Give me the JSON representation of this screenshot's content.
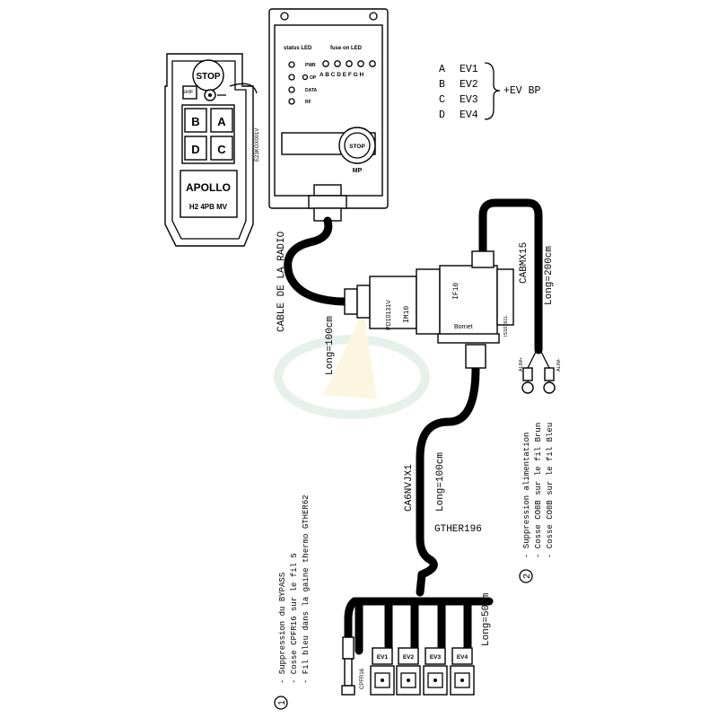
{
  "remote": {
    "stop": "STOP",
    "shift": "SHIF",
    "buttons": [
      "B",
      "A",
      "D",
      "C"
    ],
    "brand": "APOLLO",
    "model": "H2 4PB MV",
    "ref": "E23KOX001V"
  },
  "receiver": {
    "status_led": "status LED",
    "fuse_led": "fuse on LED",
    "pwr": "PWR",
    "fuse_letters": "A B C D E F G H",
    "op": "OP",
    "data": "DATA",
    "rf": "RF",
    "stop": "STOP",
    "mp": "MP"
  },
  "legend": {
    "rows": [
      {
        "letter": "A",
        "valve": "EV1"
      },
      {
        "letter": "B",
        "valve": "EV2"
      },
      {
        "letter": "C",
        "valve": "EV3"
      },
      {
        "letter": "D",
        "valve": "EV4"
      }
    ],
    "group": "+EV BP"
  },
  "cables": {
    "radio_name": "CABLE DE LA RADIO",
    "radio_len": "Long=100cm",
    "power_name": "CABMX15",
    "power_len": "Long=200cm",
    "main_name": "CA6NVJX1",
    "main_len": "Long=100cm",
    "thermo": "GTHER196",
    "valves_len": "Long=50cm"
  },
  "module": {
    "ref": "PD10131V",
    "im": "IM10",
    "if": "IF10",
    "bornet": "Bornet",
    "side": "IS10161L"
  },
  "power_terms": [
    "ALIM+",
    "ALIM-"
  ],
  "valves": [
    "EV1",
    "EV2",
    "EV3",
    "EV4"
  ],
  "cpfr": "CPFR16",
  "note1": {
    "num": "1",
    "lines": [
      "- Suppression du BYPASS",
      "- Cosse CPFR16 sur le fil 5",
      "- Fil bleu dans la gaine thermo GTHER62"
    ]
  },
  "note2": {
    "num": "2",
    "lines": [
      "- Suppression alimentation",
      "- Cosse CO8B sur le fil Brun",
      "- Cosse CO8B sur le fil Bleu"
    ]
  }
}
